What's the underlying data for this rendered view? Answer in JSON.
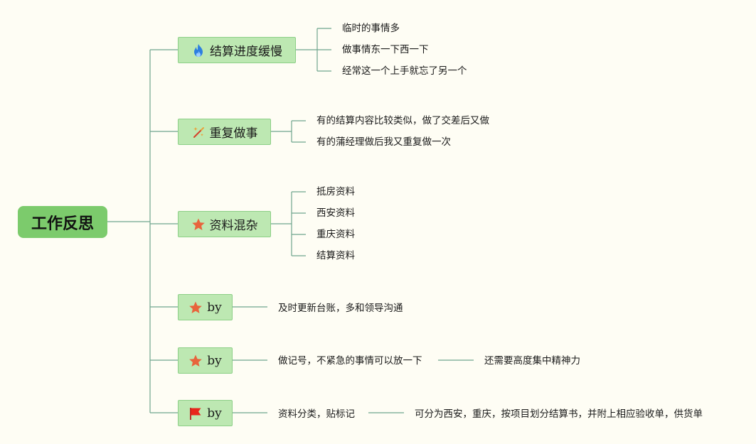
{
  "root": {
    "label": "工作反思"
  },
  "branches": [
    {
      "label": "结算进度缓慢",
      "icon": "flame-icon",
      "children": [
        "临时的事情多",
        "做事情东一下西一下",
        "经常这一个上手就忘了另一个"
      ]
    },
    {
      "label": "重复做事",
      "icon": "magic-wand-icon",
      "children": [
        "有的结算内容比较类似，做了交差后又做",
        "有的蒲经理做后我又重复做一次"
      ]
    },
    {
      "label": "资料混杂",
      "icon": "star-icon",
      "children": [
        "抵房资料",
        "西安资料",
        "重庆资料",
        "结算资料"
      ]
    },
    {
      "label": "by",
      "icon": "star-icon",
      "children": [
        "及时更新台账，多和领导沟通"
      ]
    },
    {
      "label": "by",
      "icon": "star-icon",
      "children": [
        "做记号，不紧急的事情可以放一下"
      ],
      "grandchild": "还需要高度集中精神力"
    },
    {
      "label": "by",
      "icon": "red-flag-icon",
      "children": [
        "资料分类，贴标记"
      ],
      "grandchild": "可分为西安，重庆，按项目划分结算书，并附上相应验收单，供货单"
    }
  ],
  "colors": {
    "background": "#fefdf4",
    "root": "#7ccb6c",
    "branch": "#bde8b2",
    "connector": "#6fa58e"
  }
}
